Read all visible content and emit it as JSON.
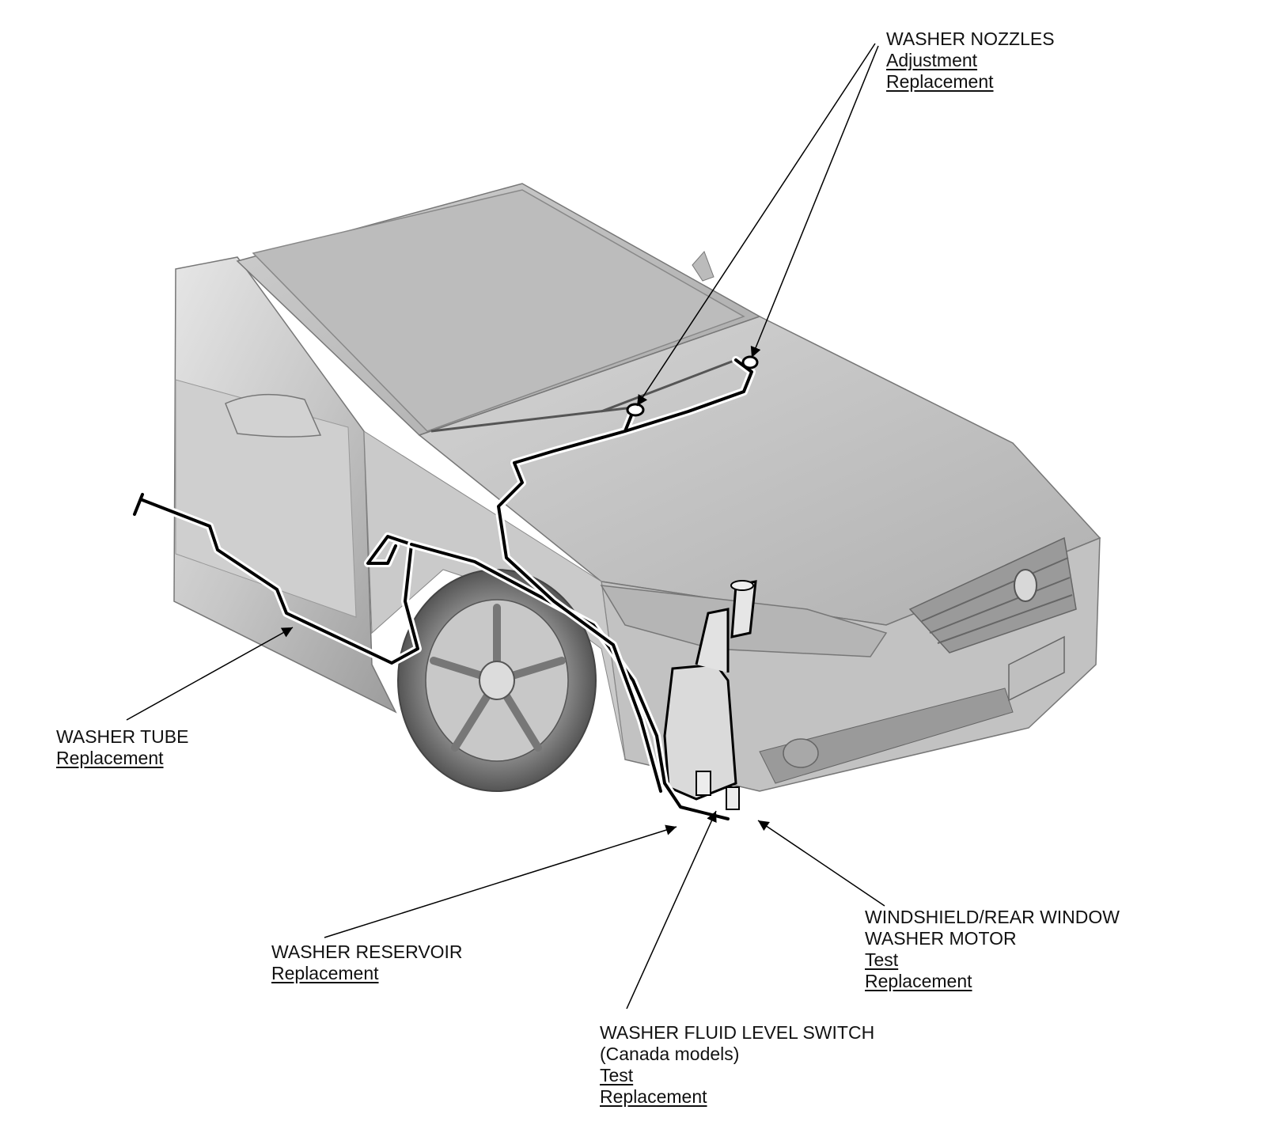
{
  "callouts": {
    "nozzles": {
      "title": "WASHER NOZZLES",
      "links": [
        "Adjustment",
        "Replacement"
      ]
    },
    "tube": {
      "title": "WASHER TUBE",
      "links": [
        "Replacement"
      ]
    },
    "reservoir": {
      "title": "WASHER RESERVOIR",
      "links": [
        "Replacement"
      ]
    },
    "motor": {
      "title_lines": [
        "WINDSHIELD/REAR WINDOW",
        "WASHER MOTOR"
      ],
      "links": [
        "Test",
        "Replacement"
      ]
    },
    "level_switch": {
      "title_lines": [
        "WASHER FLUID LEVEL SWITCH",
        "(Canada models)"
      ],
      "links": [
        "Test",
        "Replacement"
      ]
    }
  },
  "colors": {
    "body": "#c4c4c4",
    "body_light": "#dedede",
    "body_dark": "#8e8e8e",
    "line": "#000000"
  }
}
